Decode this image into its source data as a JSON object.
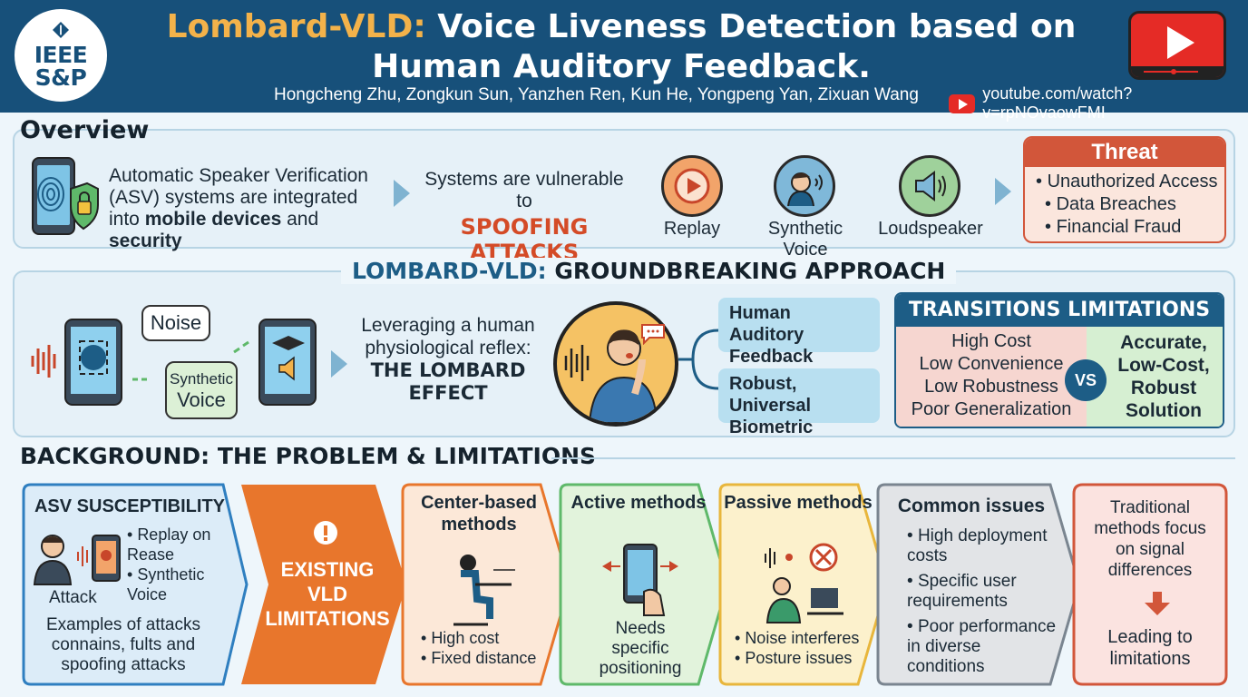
{
  "header": {
    "logo_line1": "IEEE",
    "logo_line2": "S&P",
    "title_accent": "Lombard-VLD:",
    "title_rest": "Voice Liveness Detection based on Human Auditory Feedback.",
    "authors": "Hongcheng Zhu, Zongkun Sun, Yanzhen Ren, Kun He, Yongpeng Yan, Zixuan Wang",
    "youtube_url": "youtube.com/watch?v=rpNOvaowFMI"
  },
  "overview": {
    "heading": "Overview",
    "asv_text_1": "Automatic Speaker Verification (ASV) systems are integrated into",
    "asv_bold_1": "mobile devices",
    "asv_and": "and",
    "asv_bold_2": "security",
    "vuln_text": "Systems are vulnerable to",
    "vuln_strong": "SPOOFING ATTACKS",
    "attacks": [
      {
        "label": "Replay",
        "color": "#f2a46a",
        "icon": "replay-icon"
      },
      {
        "label": "Synthetic Voice",
        "color": "#7fb8d9",
        "icon": "synthetic-voice-icon"
      },
      {
        "label": "Loudspeaker",
        "color": "#9fd19b",
        "icon": "loudspeaker-icon"
      }
    ],
    "threat": {
      "heading": "Threat",
      "items": [
        "Unauthorized Access",
        "Data Breaches",
        "Financial Fraud"
      ]
    }
  },
  "lombard": {
    "heading_blue": "LOMBARD-VLD:",
    "heading_rest": "GROUNDBREAKING APPROACH",
    "noise_label": "Noise",
    "synthetic_label_1": "Synthetic",
    "synthetic_label_2": "Voice",
    "leverage_text": "Leveraging a human physiological reflex:",
    "leverage_bold": "THE LOMBARD EFFECT",
    "features": [
      "Human Auditory Feedback",
      "Robust, Universal Biometric"
    ],
    "limits": {
      "heading": "TRANSITIONS LIMITATIONS",
      "left": [
        "High Cost",
        "Low Convenience",
        "Low Robustness",
        "Poor Generalization"
      ],
      "vs": "VS",
      "right": [
        "Accurate,",
        "Low-Cost,",
        "Robust",
        "Solution"
      ]
    }
  },
  "background": {
    "heading": "BACKGROUND: THE PROBLEM & LIMITATIONS",
    "cards": {
      "asv": {
        "title": "ASV SUSCEPTIBILITY",
        "items": [
          "Replay on Rease",
          "Synthetic Voice"
        ],
        "attack_label": "Attack",
        "examples": "Examples of attacks connains, fults and spoofing attacks"
      },
      "existing": {
        "line1": "EXISTING",
        "line2": "VLD",
        "line3": "LIMITATIONS"
      },
      "center": {
        "title": "Center-based methods",
        "items": [
          "High cost",
          "Fixed distance"
        ]
      },
      "active": {
        "title": "Active methods",
        "text": "Needs specific positioning"
      },
      "passive": {
        "title": "Passive methods",
        "items": [
          "Noise interferes",
          "Posture issues"
        ]
      },
      "common": {
        "title": "Common issues",
        "items": [
          "High deployment costs",
          "Specific user requirements",
          "Poor performance in diverse conditions"
        ]
      },
      "traditional": {
        "text": "Traditional methods focus on signal differences",
        "result": "Leading to limitations"
      }
    }
  },
  "colors": {
    "header_bg": "#17507a",
    "accent_gold": "#f3b24a",
    "spoof_red": "#d44b27",
    "threat": "#d2563a",
    "navy": "#1d5d86"
  }
}
